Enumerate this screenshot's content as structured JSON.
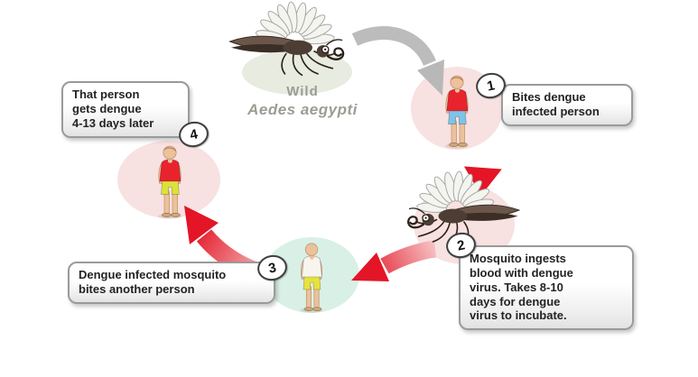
{
  "diagram": {
    "label_wild": "Wild",
    "label_species": "Aedes aegypti",
    "steps": [
      {
        "number": "1",
        "text": "Bites dengue\ninfected person"
      },
      {
        "number": "2",
        "text": "Mosquito ingests\nblood with dengue\nvirus. Takes 8-10\ndays for dengue\nvirus to incubate."
      },
      {
        "number": "3",
        "text": "Dengue infected mosquito\nbites another person"
      },
      {
        "number": "4",
        "text": "That person\ngets dengue\n4-13 days later"
      }
    ],
    "colors": {
      "arrow_red": "#e31526",
      "arrow_red_light": "#f6c3c5",
      "arrow_gray": "#bcbcbc",
      "oval_pink": "#f8e1e1",
      "oval_teal": "#d9f0e7",
      "oval_graygreen": "#e7ebe0",
      "callout_border": "#9a9a9a",
      "text_dark": "#232323",
      "label_gray": "#9c9c94",
      "mosquito_body": "#4c3e35"
    },
    "people": {
      "p1": {
        "shirt": "#e8232e",
        "shorts": "#7ec3e8",
        "hair": "#b5835a"
      },
      "p3": {
        "shirt": "#f7f5ee",
        "shorts": "#e8e23c",
        "hair": "#d8c8a2"
      },
      "p4": {
        "shirt": "#e8232e",
        "shorts": "#dce23a",
        "hair": "#b5835a"
      }
    }
  }
}
